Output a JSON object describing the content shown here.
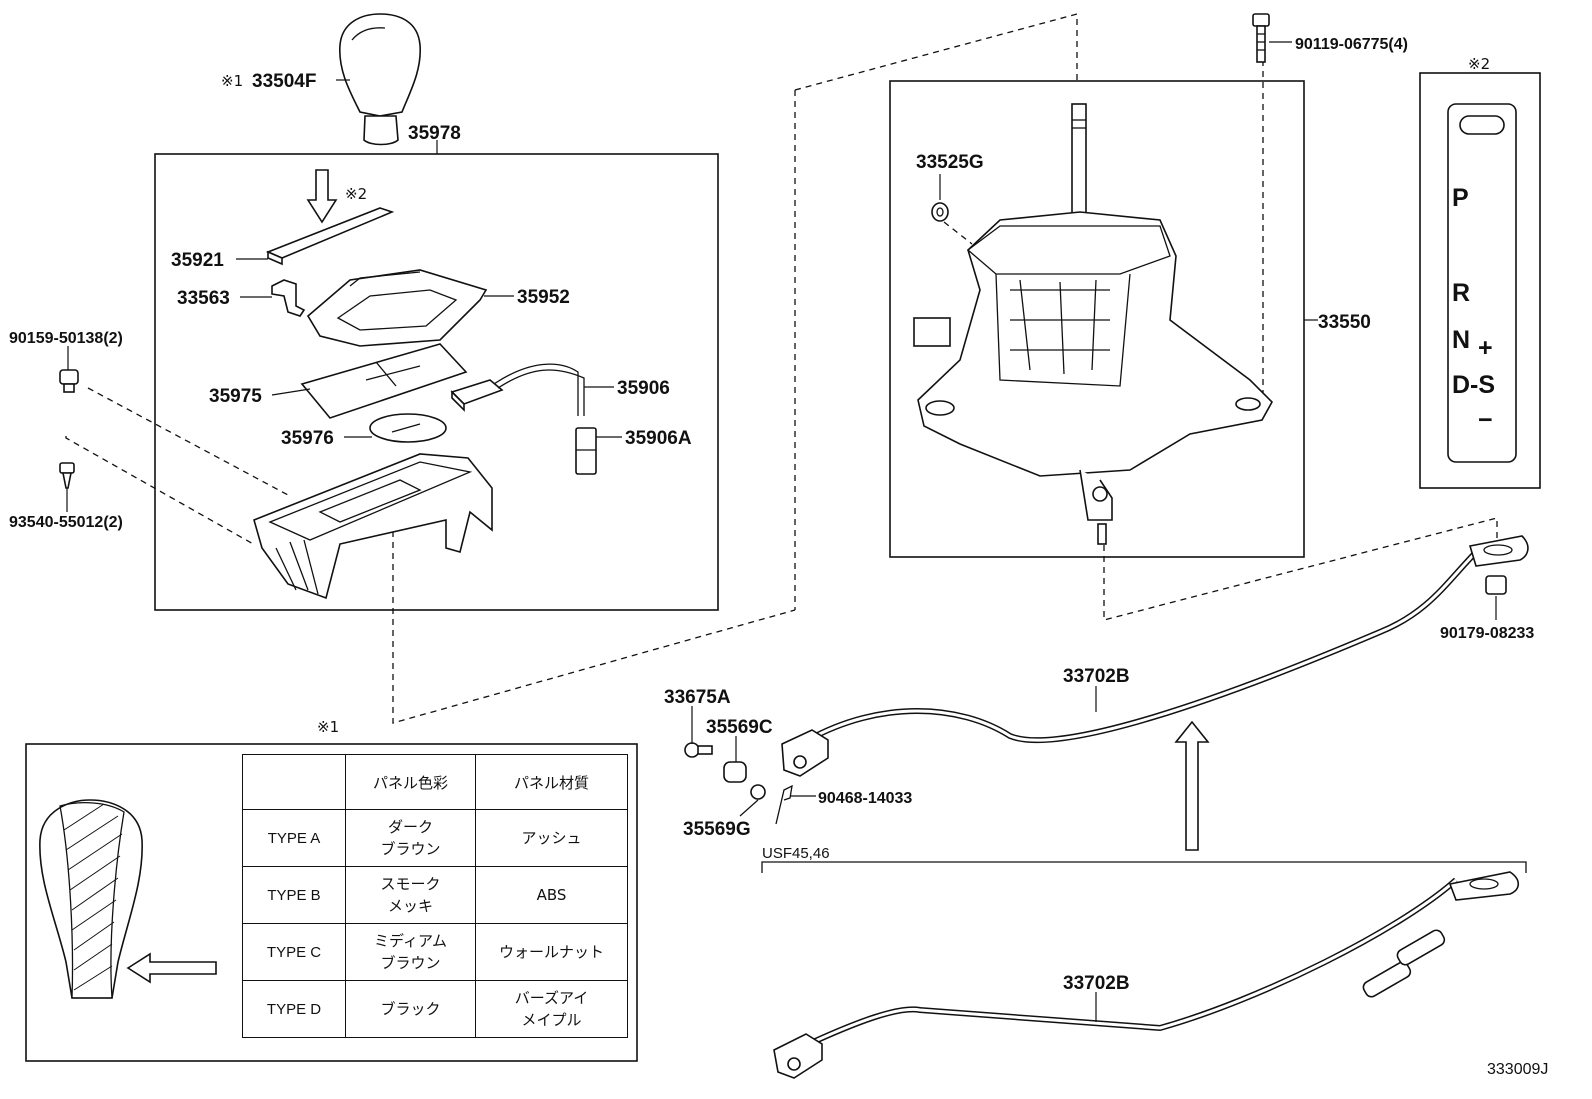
{
  "callouts": {
    "knob": "33504F",
    "knob_note": "※1",
    "upper_assy": "35978",
    "arrow_note": "※2",
    "p35921": "35921",
    "p33563": "33563",
    "p35952": "35952",
    "p35975": "35975",
    "p35906": "35906",
    "p35976": "35976",
    "p35906a": "35906A",
    "screw_left_top": "90159-50138(2)",
    "screw_left_bottom": "93540-55012(2)",
    "p33525g": "33525G",
    "p33550": "33550",
    "bolt_top": "90119-06775(4)",
    "indicator_note": "※2",
    "nut_right": "90179-08233",
    "cable_upper": "33702B",
    "cable_lower": "33702B",
    "p33675a": "33675A",
    "p35569c": "35569C",
    "clip": "90468-14033",
    "p35569g": "35569G",
    "variant_label": "USF45,46",
    "inset_note": "※1",
    "diagram_code": "333009J"
  },
  "indicator": {
    "gears": [
      "P",
      "R",
      "N",
      "D-S"
    ],
    "plus": "+",
    "minus": "−"
  },
  "table": {
    "headers": [
      "",
      "パネル色彩",
      "パネル材質"
    ],
    "rows": [
      {
        "type": "TYPE A",
        "color": [
          "ダーク",
          "ブラウン"
        ],
        "material": [
          "アッシュ"
        ]
      },
      {
        "type": "TYPE B",
        "color": [
          "スモーク",
          "メッキ"
        ],
        "material": [
          "ABS"
        ]
      },
      {
        "type": "TYPE C",
        "color": [
          "ミディアム",
          "ブラウン"
        ],
        "material": [
          "ウォールナット"
        ]
      },
      {
        "type": "TYPE D",
        "color": [
          "ブラック"
        ],
        "material": [
          "バーズアイ",
          "メイプル"
        ]
      }
    ]
  }
}
